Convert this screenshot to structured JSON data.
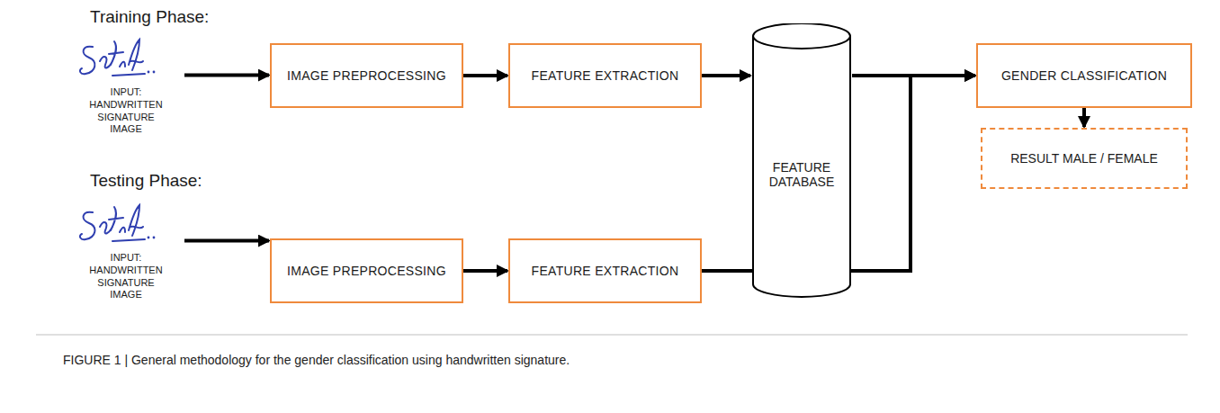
{
  "diagram": {
    "caption": "FIGURE 1 | General methodology for the gender classification using handwritten signature.",
    "nodes": [
      {
        "text": [
          "INPUT: HANDWRITTEN SIGNATURE IMAGE"
        ]
      },
      {
        "text": [
          "IMAGE PREPROCESSING"
        ]
      },
      {
        "text": [
          "FEATURE EXTRACTION"
        ]
      },
      {
        "text": [
          "FEATURE DATABASE"
        ]
      },
      {
        "text": [
          "GENDER CLASSIFICATION"
        ]
      },
      {
        "text": [
          "RESULT MALE / FEMALE"
        ]
      },
      {
        "text": [
          "INPUT: HANDWRITTEN SIGNATURE IMAGE"
        ]
      },
      {
        "text": [
          "IMAGE PREPROCESSING"
        ]
      },
      {
        "text": [
          "FEATURE EXTRACTION"
        ]
      }
    ],
    "edges": [
      {
        "from": 0,
        "to": 1,
        "arrow": "to"
      },
      {
        "from": 1,
        "to": 2,
        "arrow": "to"
      },
      {
        "from": 2,
        "to": 3,
        "arrow": "to"
      },
      {
        "from": 3,
        "to": 4,
        "arrow": "to"
      },
      {
        "from": 4,
        "to": 5,
        "arrow": "to"
      },
      {
        "from": 6,
        "to": 7,
        "arrow": "to"
      },
      {
        "from": 7,
        "to": 8,
        "arrow": "to"
      },
      {
        "from": 8,
        "to": 4,
        "arrow": "to"
      }
    ],
    "labels": [
      "Training Phase:",
      "Testing Phase:"
    ]
  }
}
